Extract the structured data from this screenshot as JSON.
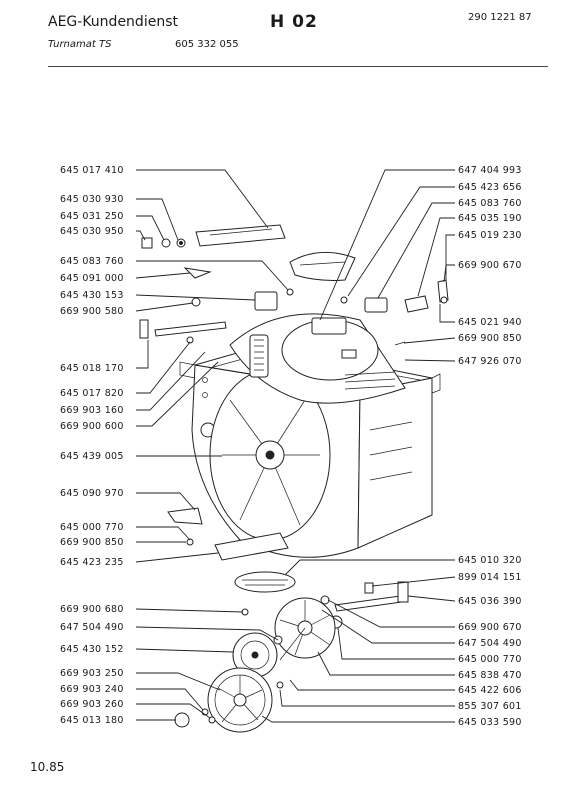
{
  "header": {
    "brand": "AEG-Kundendienst",
    "sheet": "H 02",
    "doc_number": "290 1221 87",
    "model": "Turnamat TS",
    "model_number": "605 332 055"
  },
  "footer": {
    "date_code": "10.85"
  },
  "parts_left": [
    "645 017 410",
    "645 030 930",
    "645 031 250",
    "645 030 950",
    "645 083 760",
    "645 091 000",
    "645 430 153",
    "669 900 580",
    "645 018 170",
    "645 017 820",
    "669 903 160",
    "669 900 600",
    "645 439 005",
    "645 090 970",
    "645 000 770",
    "669 900 850",
    "645 423 235",
    "669 900 680",
    "647 504 490",
    "645 430 152",
    "669 903 250",
    "669 903 240",
    "669 903 260",
    "645 013 180"
  ],
  "parts_right": [
    "647 404 993",
    "645 423 656",
    "645 083 760",
    "645 035 190",
    "645 019 230",
    "669 900 670",
    "645 021 940",
    "669 900 850",
    "647 926 070",
    "645 010 320",
    "899 014 151",
    "645 036 390",
    "669 900 670",
    "647 504 490",
    "645 000 770",
    "645 838 470",
    "645 422 606",
    "855 307 601",
    "645 033 590"
  ]
}
